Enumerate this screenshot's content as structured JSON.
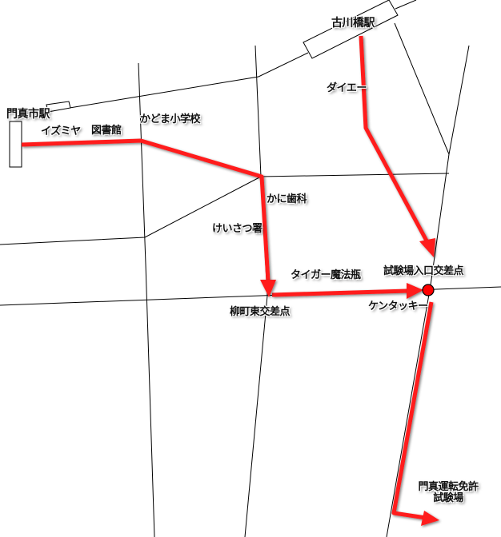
{
  "map": {
    "colors": {
      "road": "#000000",
      "route": "#ff1a1a",
      "route_outline": "#d00000",
      "marker_fill": "#ff0000",
      "marker_stroke": "#000000",
      "background": "#ffffff"
    },
    "labels": {
      "furukawabashi_station": "古川橋駅",
      "kadomashi_station": "門真市駅",
      "izumiya": "イズミヤ",
      "library": "図書館",
      "kadoma_elementary": "かどま小学校",
      "kani_dental": "かに歯科",
      "police_station": "けいさつ署",
      "daiei": "ダイエー",
      "tiger_thermos": "タイガー魔法瓶",
      "yanagimachi_east_intersection": "柳町東交差点",
      "test_center_entrance_intersection": "試験場入口交差点",
      "kentucky": "ケンタッキー",
      "kadoma_license_center_line1": "門真運転免許",
      "kadoma_license_center_line2": "試験場"
    }
  }
}
